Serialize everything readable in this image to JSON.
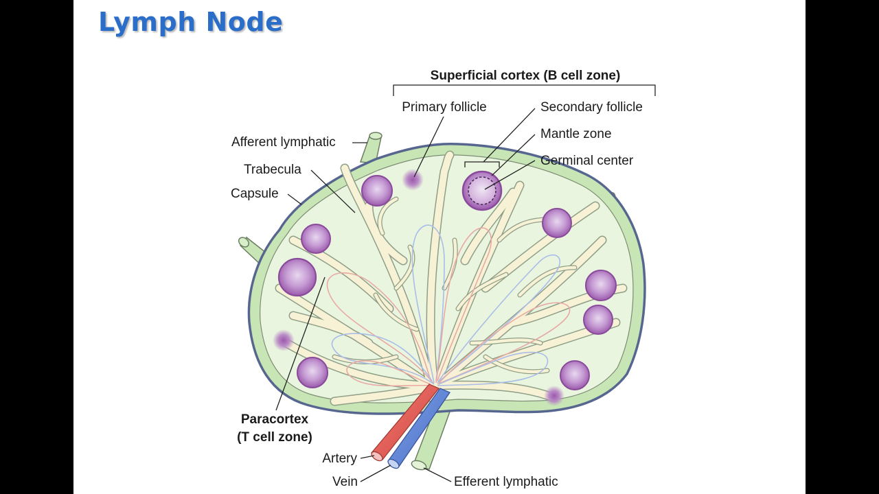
{
  "slide": {
    "title": "Lymph Node"
  },
  "labels": {
    "superficial_cortex": "Superficial cortex (B cell zone)",
    "primary_follicle": "Primary follicle",
    "secondary_follicle": "Secondary follicle",
    "mantle_zone": "Mantle zone",
    "germinal_center": "Germinal center",
    "afferent_lymphatic": "Afferent lymphatic",
    "trabecula": "Trabecula",
    "capsule": "Capsule",
    "paracortex_line1": "Paracortex",
    "paracortex_line2": "(T cell zone)",
    "artery": "Artery",
    "vein": "Vein",
    "efferent_lymphatic": "Efferent lymphatic"
  },
  "colors": {
    "title": "#2a6ec9",
    "capsule_outline": "#5a6a9a",
    "capsule_fill": "#c8e6b5",
    "cortex_fill": "#e9f5df",
    "medulla_tissue": "#f7f2d6",
    "follicle": "#9a5aab",
    "follicle_light": "#e4d2ec",
    "artery": "#e05a55",
    "vein": "#5a7fd6"
  }
}
